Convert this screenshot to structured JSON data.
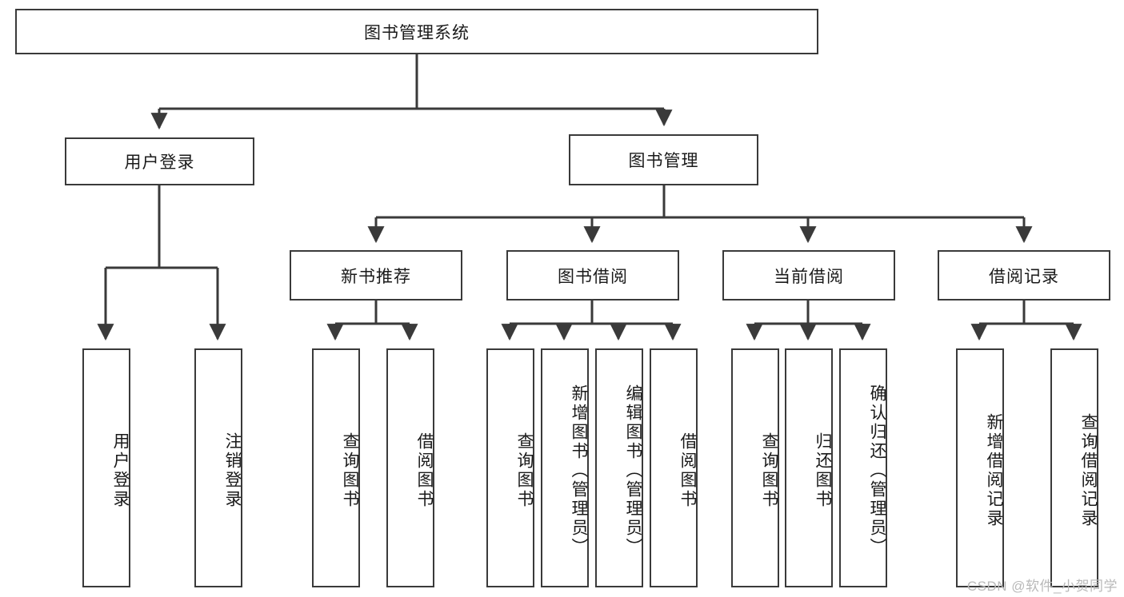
{
  "diagram": {
    "type": "tree-hierarchy-chart",
    "title": "图书管理系统",
    "stroke_color": "#3a3a3a",
    "fill_color": "#ffffff",
    "text_color": "#1a1a1a",
    "watermark": "CSDN @软件_小贺同学",
    "root": {
      "label": "图书管理系统"
    },
    "level2": [
      {
        "label": "用户登录"
      },
      {
        "label": "图书管理"
      }
    ],
    "level3": [
      {
        "label": "新书推荐"
      },
      {
        "label": "图书借阅"
      },
      {
        "label": "当前借阅"
      },
      {
        "label": "借阅记录"
      }
    ],
    "leaves": [
      {
        "label": "用户登录",
        "parent": "用户登录"
      },
      {
        "label": "注销登录",
        "parent": "用户登录"
      },
      {
        "label": "查询图书",
        "parent": "新书推荐"
      },
      {
        "label": "借阅图书",
        "parent": "新书推荐"
      },
      {
        "label": "查询图书",
        "parent": "图书借阅"
      },
      {
        "label": "新增图书（管理员）",
        "parent": "图书借阅"
      },
      {
        "label": "编辑图书（管理员）",
        "parent": "图书借阅"
      },
      {
        "label": "借阅图书",
        "parent": "图书借阅"
      },
      {
        "label": "查询图书",
        "parent": "当前借阅"
      },
      {
        "label": "归还图书",
        "parent": "当前借阅"
      },
      {
        "label": "确认归还（管理员）",
        "parent": "当前借阅"
      },
      {
        "label": "新增借阅记录",
        "parent": "借阅记录"
      },
      {
        "label": "查询借阅记录",
        "parent": "借阅记录"
      }
    ]
  }
}
